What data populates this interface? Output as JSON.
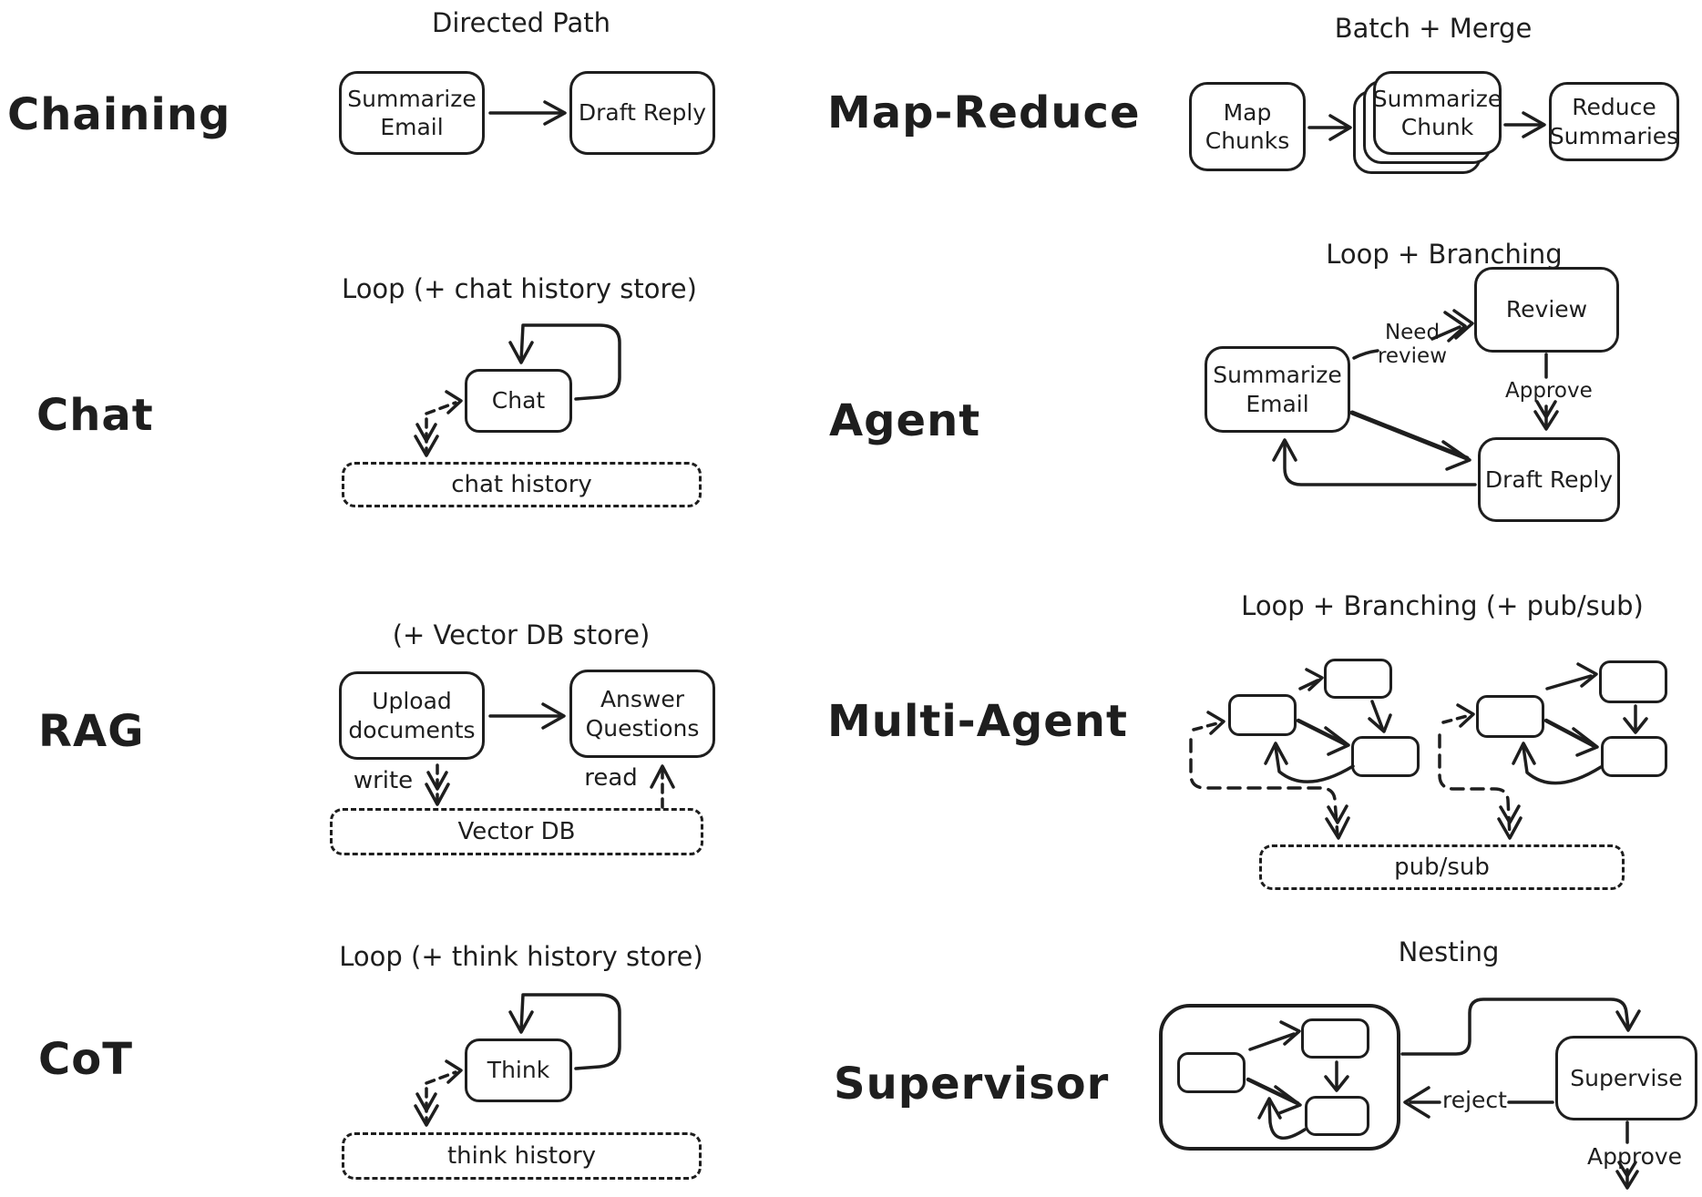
{
  "page": {
    "background": "#ffffff",
    "ink": "#1e1e1e"
  },
  "sections": {
    "chaining": {
      "label": "Chaining",
      "title": "Directed Path",
      "nodes": {
        "a": "Summarize Email",
        "b": "Draft Reply"
      }
    },
    "map_reduce": {
      "label": "Map-Reduce",
      "title": "Batch + Merge",
      "nodes": {
        "a": "Map Chunks",
        "b": "Summarize Chunk",
        "c": "Reduce Summaries"
      }
    },
    "chat": {
      "label": "Chat",
      "title": "Loop (+ chat history store)",
      "nodes": {
        "a": "Chat"
      },
      "store": "chat history"
    },
    "agent": {
      "label": "Agent",
      "title": "Loop + Branching",
      "nodes": {
        "a": "Summarize Email",
        "b": "Review",
        "c": "Draft Reply"
      },
      "edges": {
        "need_review": "Need review",
        "approve": "Approve"
      }
    },
    "rag": {
      "label": "RAG",
      "title": "(+ Vector DB store)",
      "nodes": {
        "a": "Upload documents",
        "b": "Answer Questions"
      },
      "store": "Vector DB",
      "edges": {
        "write": "write",
        "read": "read"
      }
    },
    "multi_agent": {
      "label": "Multi-Agent",
      "title": "Loop + Branching (+ pub/sub)",
      "store": "pub/sub"
    },
    "cot": {
      "label": "CoT",
      "title": "Loop (+ think history store)",
      "nodes": {
        "a": "Think"
      },
      "store": "think history"
    },
    "supervisor": {
      "label": "Supervisor",
      "title": "Nesting",
      "nodes": {
        "supervise": "Supervise"
      },
      "edges": {
        "reject": "reject",
        "approve": "Approve"
      }
    }
  }
}
